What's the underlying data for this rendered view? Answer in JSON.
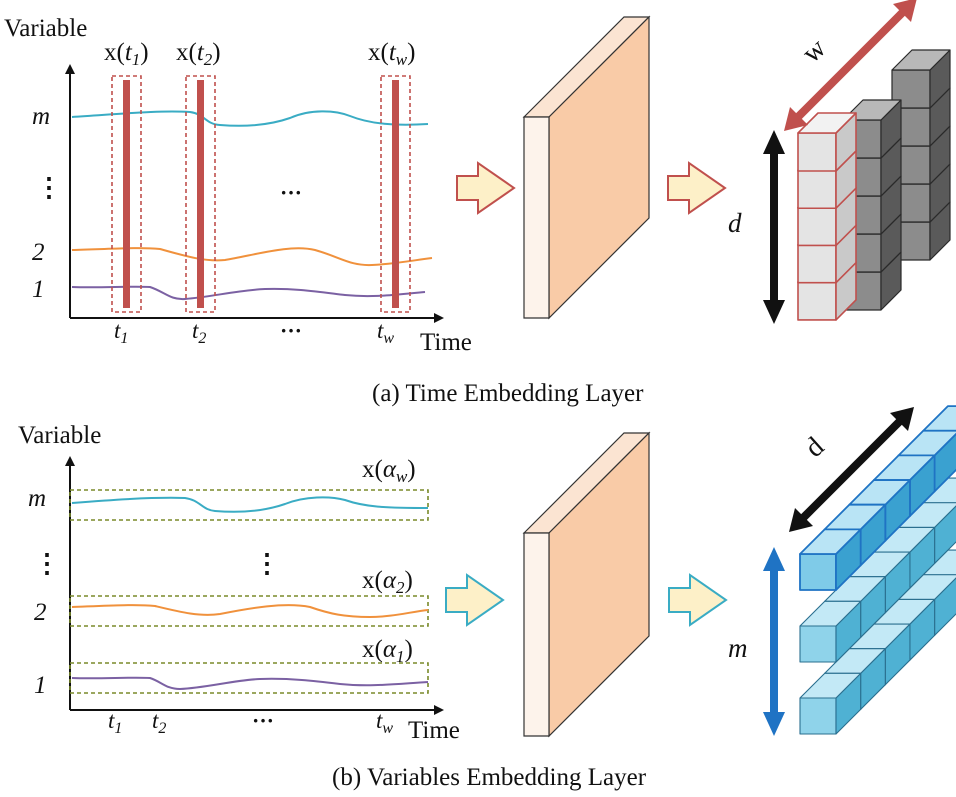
{
  "panel_a": {
    "y_axis_label": "Variable",
    "x_axis_label": "Time",
    "y_ticks": {
      "top": "m",
      "mid": "⋮",
      "two": "2",
      "one": "1"
    },
    "x_ticks": {
      "t1": "t",
      "t1_sub": "1",
      "t2": "t",
      "t2_sub": "2",
      "dots": "···",
      "tw": "t",
      "tw_sub": "w"
    },
    "window_labels": {
      "w1": {
        "pre": "x(",
        "var": "t",
        "sub": "1",
        "post": ")"
      },
      "w2": {
        "pre": "x(",
        "var": "t",
        "sub": "2",
        "post": ")"
      },
      "ww": {
        "pre": "x(",
        "var": "t",
        "sub": "w",
        "post": ")"
      }
    },
    "middle_dots": "···",
    "tensor_width_label": "w",
    "tensor_depth_label": "d",
    "caption": "(a) Time Embedding Layer",
    "colors": {
      "window": "#c0504d",
      "series_m": "#3aacc4",
      "series_2": "#f0913c",
      "series_1": "#7b61a3"
    }
  },
  "panel_b": {
    "y_axis_label": "Variable",
    "x_axis_label": "Time",
    "y_ticks": {
      "top": "m",
      "mid": "⋮",
      "two": "2",
      "one": "1"
    },
    "x_ticks": {
      "t1": "t",
      "t1_sub": "1",
      "t2": "t",
      "t2_sub": "2",
      "dots": "···",
      "tw": "t",
      "tw_sub": "w"
    },
    "row_labels": {
      "rw": {
        "pre": "x(",
        "var": "α",
        "sub": "w",
        "post": ")"
      },
      "r2": {
        "pre": "x(",
        "var": "α",
        "sub": "2",
        "post": ")"
      },
      "r1": {
        "pre": "x(",
        "var": "α",
        "sub": "1",
        "post": ")"
      }
    },
    "middle_dots": "⋮",
    "tensor_depth_label": "d",
    "tensor_height_label": "m",
    "caption": "(b) Variables Embedding Layer",
    "colors": {
      "row_box": "#7a8a2a",
      "cube": "#8fd3ea",
      "cube_edge": "#1f73c4"
    }
  },
  "embedding_layer": {
    "fill": "#f9cba7",
    "edge": "#f7e4d4"
  }
}
